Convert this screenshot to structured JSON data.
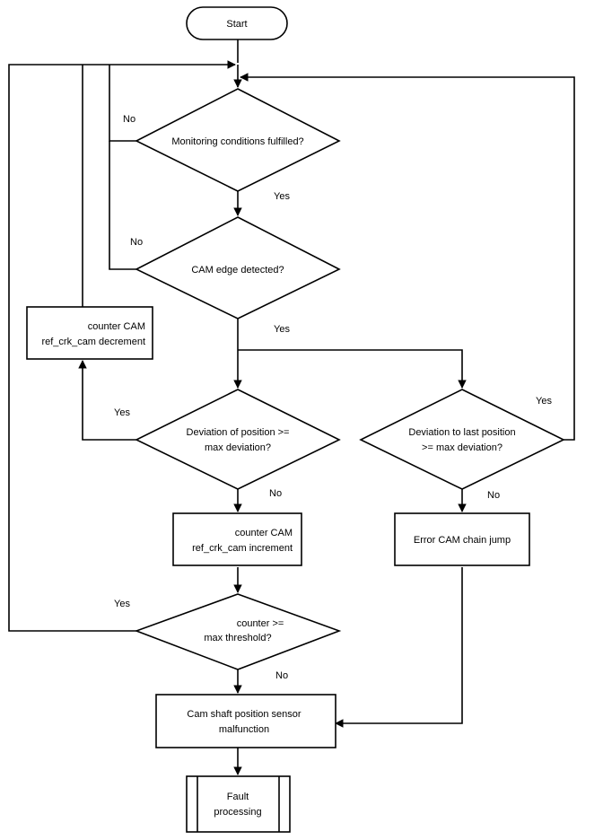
{
  "nodes": {
    "start": "Start",
    "monitoring_conditions": "Monitoring conditions fulfilled?",
    "cam_edge_detected": "CAM edge detected?",
    "counter_decrement": [
      "counter CAM",
      "ref_crk_cam decrement"
    ],
    "deviation_of_position": [
      "Deviation of position >=",
      "max deviation?"
    ],
    "deviation_to_last_position": [
      "Deviation to last position",
      ">= max deviation?"
    ],
    "counter_increment": [
      "counter CAM",
      "ref_crk_cam increment"
    ],
    "error_chain_jump": "Error CAM chain jump",
    "counter_max_threshold": [
      "counter >=",
      "max threshold?"
    ],
    "sensor_malfunction": [
      "Cam shaft position sensor",
      "malfunction"
    ],
    "fault_processing": [
      "Fault",
      "processing"
    ]
  },
  "edge_labels": {
    "monitoring_no": "No",
    "monitoring_yes": "Yes",
    "edge_no": "No",
    "edge_yes": "Yes",
    "deviation_yes": "Yes",
    "deviation_no": "No",
    "last_position_yes": "Yes",
    "last_position_no": "No",
    "threshold_yes": "Yes",
    "threshold_no": "No"
  }
}
